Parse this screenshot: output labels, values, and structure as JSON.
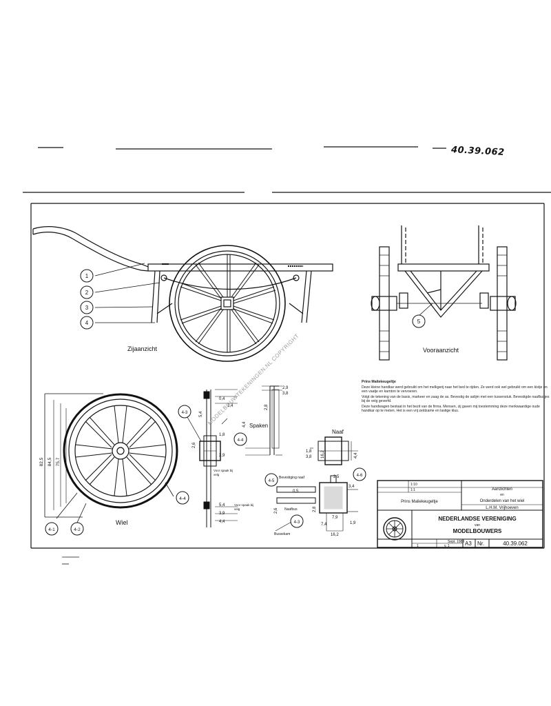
{
  "handwritten_number": "40.39.062",
  "views": {
    "side_view_label": "Zijaanzicht",
    "front_view_label": "Vooraanzicht",
    "wheel_label": "Wiel",
    "spokes_label": "Spaken",
    "hub_label": "Naaf"
  },
  "callouts": [
    "1",
    "2",
    "3",
    "4",
    "5",
    "4-1",
    "4-2",
    "4-3",
    "4-4",
    "4-5",
    "4-6"
  ],
  "dimensions": {
    "wheel_overall": [
      "82,5",
      "84,5",
      "75,7"
    ],
    "axle_set": [
      "0,4",
      "1,4",
      "5,4",
      "2,6",
      "1,8",
      "2,9"
    ],
    "bottom_set": [
      "5,4",
      "3,9",
      "4,4"
    ],
    "spoke_set": [
      "2,9",
      "3,8",
      "4,4",
      "2,8"
    ],
    "hub_set": [
      "1,8",
      "3,8",
      "16,2",
      "4,4"
    ],
    "detail_set": [
      "2,5",
      "3,4",
      "1,9",
      "7,9",
      "7,4",
      "16,2",
      "0,5",
      "2,6",
      "2,8"
    ]
  },
  "small_notes": {
    "axle_note": "Voor spaak bij",
    "axle_note2": "velg",
    "spoke_note": "Voor spaak bij",
    "spoke_note2": "velg",
    "detail_label1": "Bevestiging naaf",
    "detail_label2": "Naafbus",
    "detail_label3": "Bussekam"
  },
  "notes": {
    "heading": "Prins Maliekeugeltje",
    "p1": "Deze kleine handkar werd gebruikt om het melkgerij naar het bed te rijden. Ze werd ook wel gebruikt om een kistje en een vaatje en karnton te vervoeren.",
    "p2": "Volgt de tekening van de basis, markeer en zaag de as. Bevestig de aslijm met een tussenstuk. Bevestigde naafbusjes bij de velg geverfd.",
    "p3": "Deze handwagen bestaat in het bezit van de firma. Mensen, zij gaven mij toestemming deze merkwaardige oude handkar op te meten. Het is een vrij zeldzame en lastige klus."
  },
  "title_block": {
    "row1_label": "1:10",
    "row2_label": "1:1",
    "model_name": "Prins Maliekeugeltje",
    "title_main": "Aanzichten",
    "title_en": "en",
    "title_sub": "Onderdelen van het wiel",
    "author": "L.H.M. Vrijhoeven",
    "org_line1": "NEDERLANDSE VERENIGING",
    "org_line2": "van",
    "org_line3": "MODELBOUWERS",
    "date": "Sept. 1983",
    "sheet": "1",
    "of": "v. 1",
    "format": "A3",
    "nr_label": "Nr.",
    "nr_value": "40.39.062"
  },
  "watermark": "MODELBOUWTEKENINGEN.NL COPYRIGHT"
}
